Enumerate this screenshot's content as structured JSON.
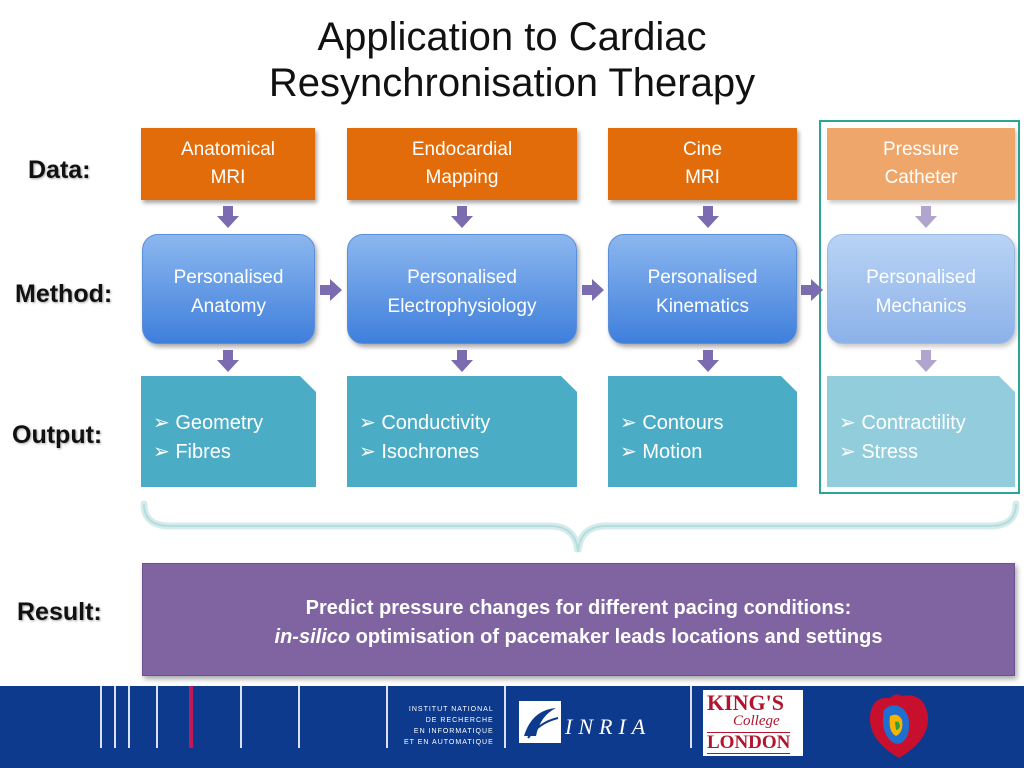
{
  "title": {
    "line1": "Application to Cardiac",
    "line2": "Resynchronisation Therapy"
  },
  "row_labels": {
    "data": "Data:",
    "method": "Method:",
    "output": "Output:",
    "result": "Result:"
  },
  "columns": [
    {
      "data_line1": "Anatomical",
      "data_line2": "MRI",
      "method_line1": "Personalised",
      "method_line2": "Anatomy",
      "outputs": [
        "Geometry",
        "Fibres"
      ]
    },
    {
      "data_line1": "Endocardial",
      "data_line2": "Mapping",
      "method_line1": "Personalised",
      "method_line2": "Electrophysiology",
      "outputs": [
        "Conductivity",
        "Isochrones"
      ]
    },
    {
      "data_line1": "Cine",
      "data_line2": "MRI",
      "method_line1": "Personalised",
      "method_line2": "Kinematics",
      "outputs": [
        "Contours",
        "Motion"
      ]
    },
    {
      "data_line1": "Pressure",
      "data_line2": "Catheter",
      "method_line1": "Personalised",
      "method_line2": "Mechanics",
      "outputs": [
        "Contractility",
        "Stress"
      ]
    }
  ],
  "bullet": "➢",
  "result": {
    "line1": "Predict pressure changes for different pacing conditions:",
    "line2_italic": "in-silico",
    "line2_rest": " optimisation of pacemaker leads locations and settings"
  },
  "footer": {
    "inria_institute_lines": [
      "INSTITUT NATIONAL",
      "DE RECHERCHE",
      "EN INFORMATIQUE",
      "ET EN AUTOMATIQUE"
    ],
    "inria_wordmark": "INRIA",
    "kcl_line1": "KING'S",
    "kcl_line2": "College",
    "kcl_line3": "LONDON"
  },
  "colors": {
    "data_orange": "#e36c0a",
    "method_blue": "#4f8fe0",
    "output_teal": "#4bacc6",
    "result_purple": "#8064a2",
    "arrow_purple": "#7b6bb0",
    "highlight_teal": "#2aa59a",
    "footer_navy": "#0d3a8c",
    "kcl_red": "#b0152d"
  },
  "icons": {
    "arrow_down": "arrow-down-icon",
    "arrow_right": "arrow-right-icon",
    "bullet": "arrow-bullet-icon",
    "brace": "curly-brace-icon",
    "heart": "heart-model-icon"
  }
}
